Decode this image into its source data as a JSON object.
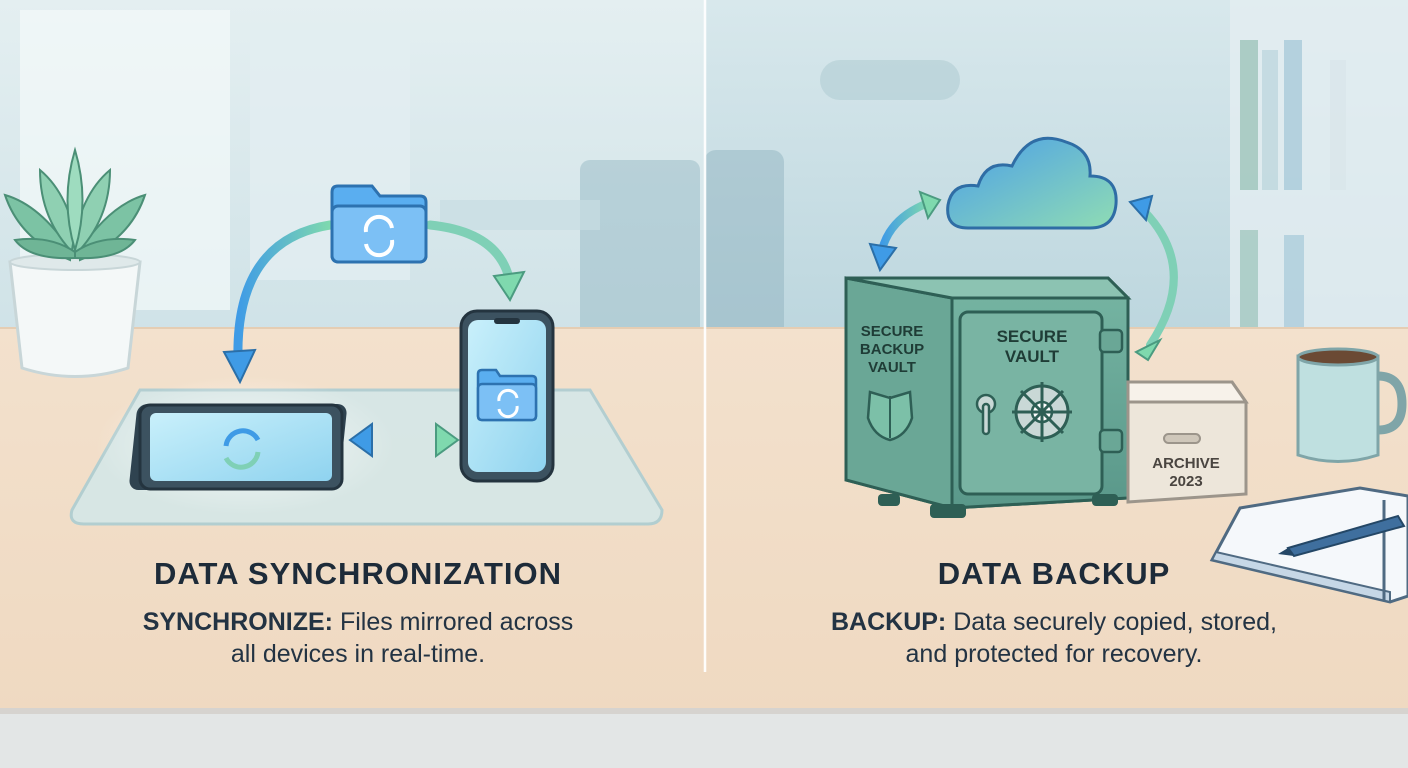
{
  "sync": {
    "heading": "DATA SYNCHRONIZATION",
    "keyword": "SYNCHRONIZE:",
    "description_line1": "Files mirrored across",
    "description_line2": "all devices in real-time."
  },
  "backup": {
    "heading": "DATA BACKUP",
    "keyword": "BACKUP:",
    "description_line1": "Data securely copied, stored,",
    "description_line2": "and protected for recovery.",
    "safe_side_label": [
      "SECURE",
      "BACKUP",
      "VAULT"
    ],
    "safe_door_label": [
      "SECURE",
      "VAULT"
    ],
    "archive_box_label": [
      "ARCHIVE",
      "2023"
    ]
  },
  "icons": {
    "plant": "succulent-plant-icon",
    "folder": "sync-folder-icon",
    "tablet": "tablet-icon",
    "phone": "smartphone-icon",
    "cloud": "cloud-icon",
    "safe": "safe-icon",
    "shield": "shield-icon",
    "mug": "coffee-mug-icon",
    "notebook": "notebook-icon",
    "pen": "pen-icon"
  },
  "colors": {
    "accent_blue": "#4aa3e8",
    "accent_green": "#6cd0a8",
    "safe_green": "#5a9c8a",
    "desk": "#f1dcc4",
    "text_dark": "#1d2b39"
  }
}
